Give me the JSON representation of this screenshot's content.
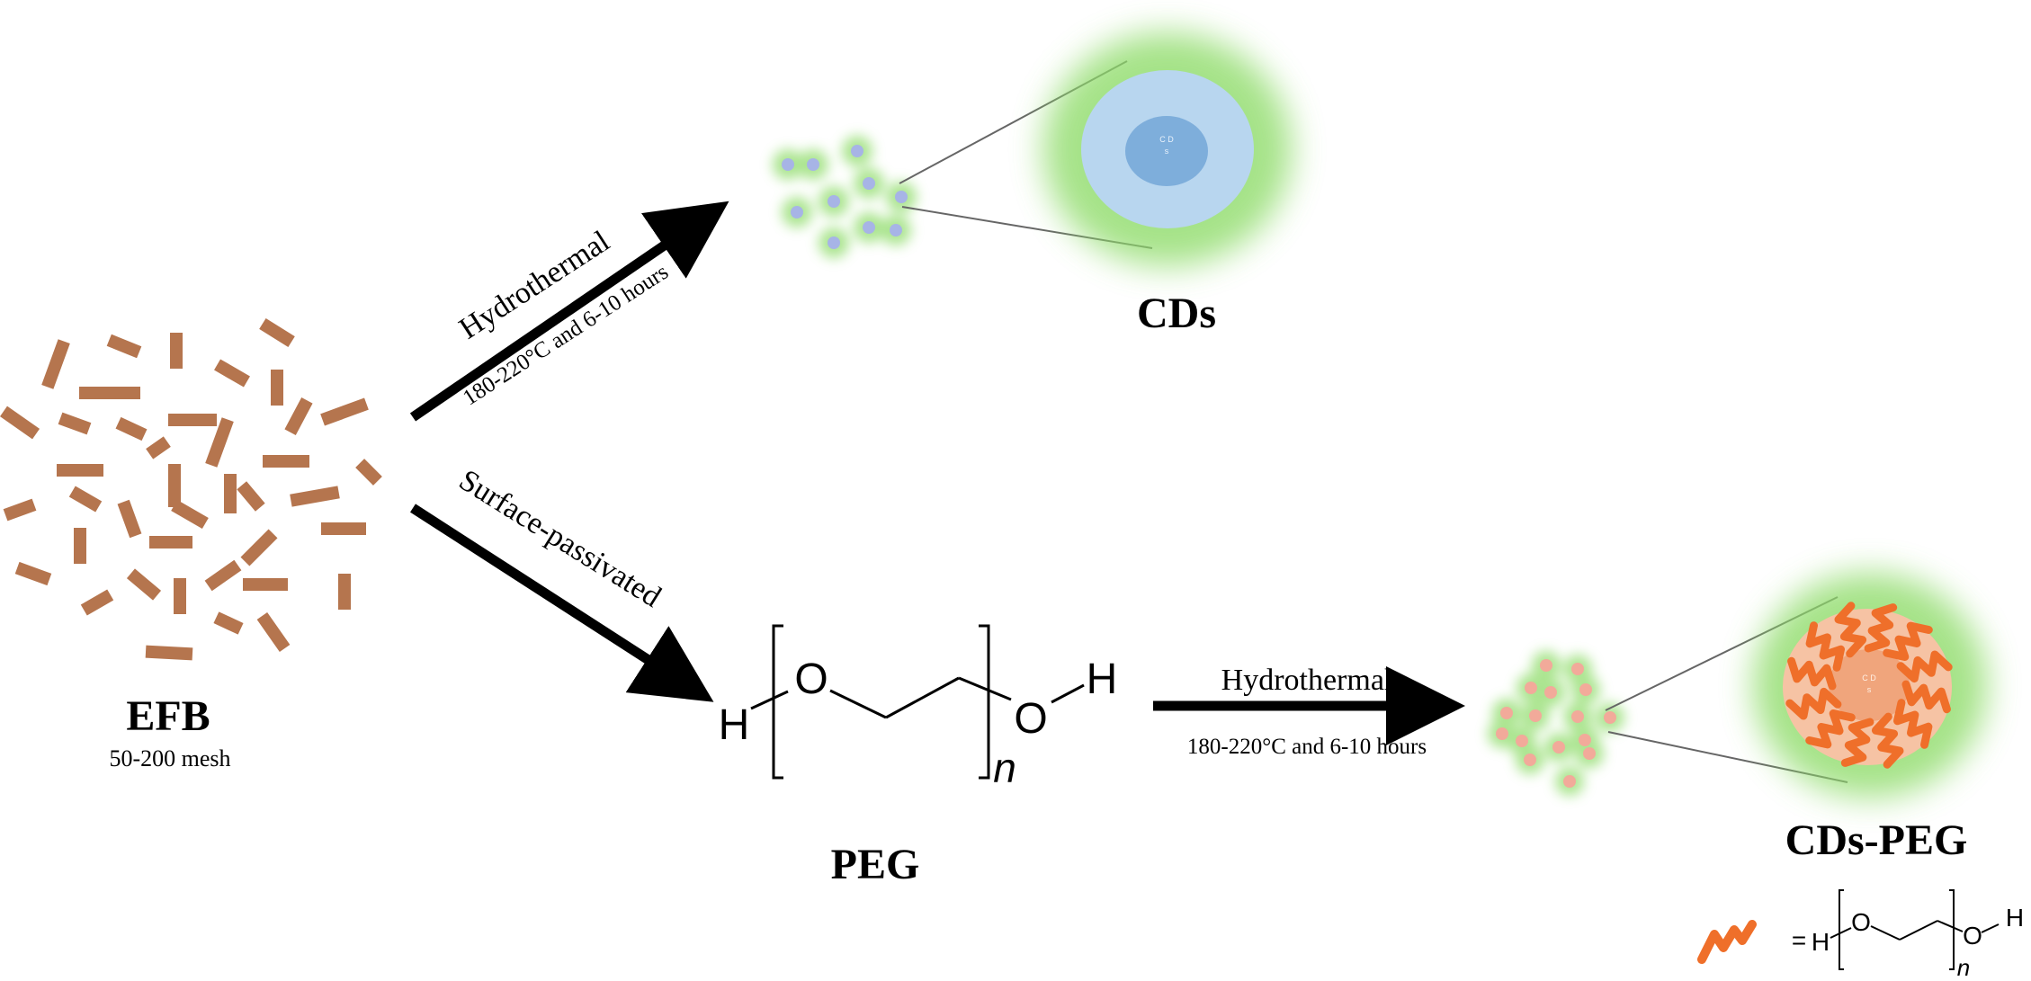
{
  "labels": {
    "efb": "EFB",
    "efb_mesh": "50-200 mesh",
    "hydrothermal_top": "Hydrothermal",
    "conditions_top": "180-220°C and 6-10 hours",
    "surface_passivated": "Surface-passivated",
    "hydrothermal_bottom": "Hydrothermal",
    "conditions_bottom": "180-220°C and 6-10 hours",
    "cds": "CDs",
    "peg": "PEG",
    "cds_peg": "CDs-PEG",
    "core_label_line1": "C D",
    "core_label_line2": "s"
  },
  "peg_structure": {
    "h_left": "H",
    "oxygen_1": "O",
    "oxygen_2": "O",
    "h_right": "H",
    "repeat": "n"
  },
  "legend": {
    "equals": "=",
    "h_left": "H",
    "oxygen_1": "O",
    "oxygen_2": "O",
    "h_right": "H",
    "repeat": "n"
  },
  "colors": {
    "fiber": "#b5754e",
    "arrow": "#000000",
    "glow": "#8fdc6a",
    "cd_dot": "#a7b4e6",
    "cd_shell": "#b8d6ef",
    "cd_core": "#7eaedb",
    "peg_dot": "#f2aa9a",
    "peg_shell": "#f6c3a4",
    "peg_core": "#f0a57c",
    "peg_chain": "#ef6f2a"
  }
}
